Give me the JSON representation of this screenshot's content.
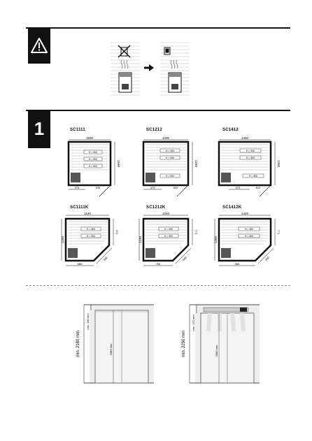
{
  "sections": {
    "warning": {
      "icon": "warning-triangle-icon"
    },
    "step1": {
      "number": "1"
    }
  },
  "models": [
    {
      "name": "SC1111",
      "width": "1100",
      "depth": "1160",
      "bottom_left": "375",
      "bottom_right": "635",
      "bench_upper": "H = 900",
      "bench_mid": "H = 500",
      "bench_low": "H = 500",
      "bench_low_label": "H = 500"
    },
    {
      "name": "SC1212",
      "width": "1200",
      "depth": "1260",
      "bottom_left": "475",
      "bottom_right": "620",
      "bench_upper": "H = 900",
      "bench_mid": "H = 500",
      "bench_low": "H = 500"
    },
    {
      "name": "SC1412",
      "width": "1400",
      "depth": "1260",
      "bottom_left": "575",
      "bottom_right": "620",
      "bench_upper": "H = 900",
      "bench_mid": "H = 500",
      "bench_low": "H = 500"
    },
    {
      "name": "SC1111K",
      "width": "1140",
      "depth": "1160",
      "side_right": "471",
      "bottom": "666",
      "diag": "590",
      "bench_upper": "H = 900",
      "bench_mid": "H = 500"
    },
    {
      "name": "SC1212K",
      "width": "1240",
      "depth": "1240",
      "side_right": "771",
      "bottom": "766",
      "diag": "560",
      "bench_upper": "H = 900",
      "bench_mid": "H = 500"
    },
    {
      "name": "SC1412K",
      "width": "1440",
      "depth": "1260",
      "side_right": "771",
      "bottom": "966",
      "diag": "560",
      "bench_upper": "H = 900",
      "bench_mid": "H = 500"
    }
  ],
  "elevations": [
    {
      "min_height": "min. 2180 mm",
      "top_gap": "min. 100 mm",
      "inner_height": "2080 mm"
    },
    {
      "min_height": "min. 2250 mm",
      "top_gap": "min. 170 mm",
      "inner_height": "2080 mm"
    }
  ]
}
